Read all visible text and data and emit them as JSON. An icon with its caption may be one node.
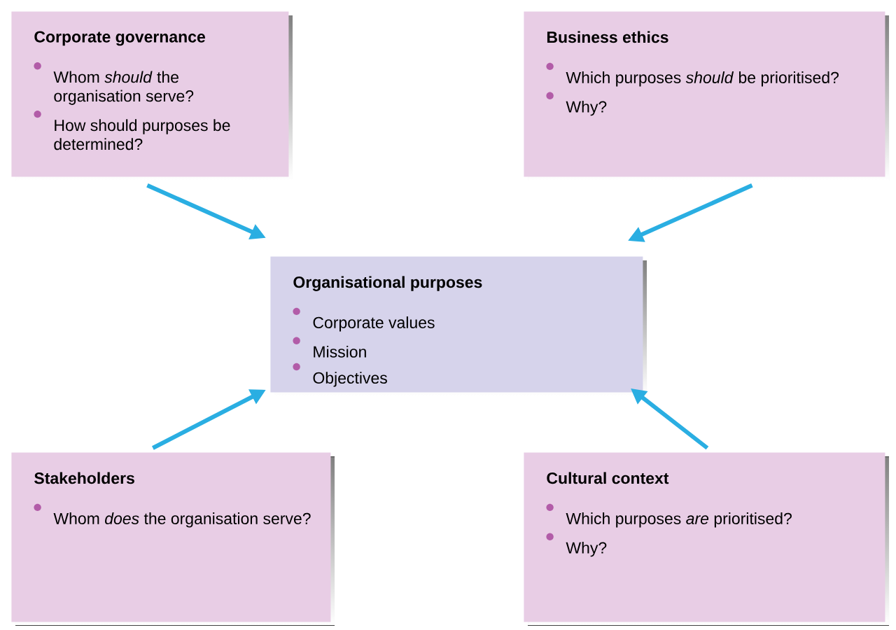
{
  "diagram": {
    "nodes": [
      {
        "text": [
          "Corporate governance",
          "Whom *should* the organisation serve?",
          "How should purposes be determined?"
        ]
      },
      {
        "text": [
          "Business ethics",
          "Which purposes *should* be prioritised?",
          "Why?"
        ]
      },
      {
        "text": [
          "Organisational purposes",
          "Corporate values",
          "Mission",
          "Objectives"
        ]
      },
      {
        "text": [
          "Stakeholders",
          "Whom *does* the organisation serve?"
        ]
      },
      {
        "text": [
          "Cultural context",
          "Which purposes *are* prioritised?",
          "Why?"
        ]
      }
    ],
    "edges": [
      {
        "from": 0,
        "to": 2,
        "arrow": "to"
      },
      {
        "from": 1,
        "to": 2,
        "arrow": "to"
      },
      {
        "from": 3,
        "to": 2,
        "arrow": "to"
      },
      {
        "from": 4,
        "to": 2,
        "arrow": "to"
      }
    ]
  }
}
